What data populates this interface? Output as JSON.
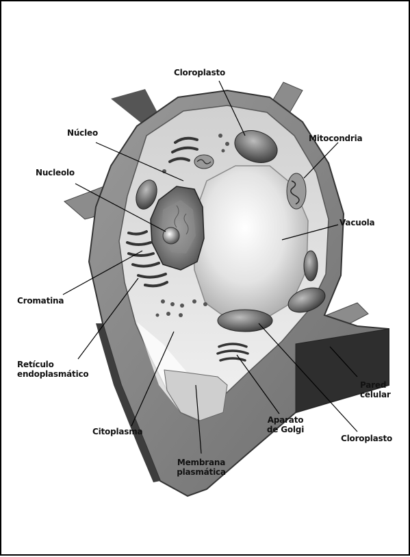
{
  "labels": {
    "cloroplasto_top": "Cloroplasto",
    "nucleo": "Núcleo",
    "mitocondria": "Mitocondria",
    "nucleolo": "Nucleolo",
    "vacuola": "Vacuola",
    "cromatina": "Cromatina",
    "reticulo_line1": "Retículo",
    "reticulo_line2": "endoplasmático",
    "pared_line1": "Pared",
    "pared_line2": "celular",
    "citoplasma": "Citoplasma",
    "aparato_line1": "Aparato",
    "aparato_line2": "de Golgi",
    "cloroplasto_bottom": "Cloroplasto",
    "membrana_line1": "Membrana",
    "membrana_line2": "plasmática"
  }
}
